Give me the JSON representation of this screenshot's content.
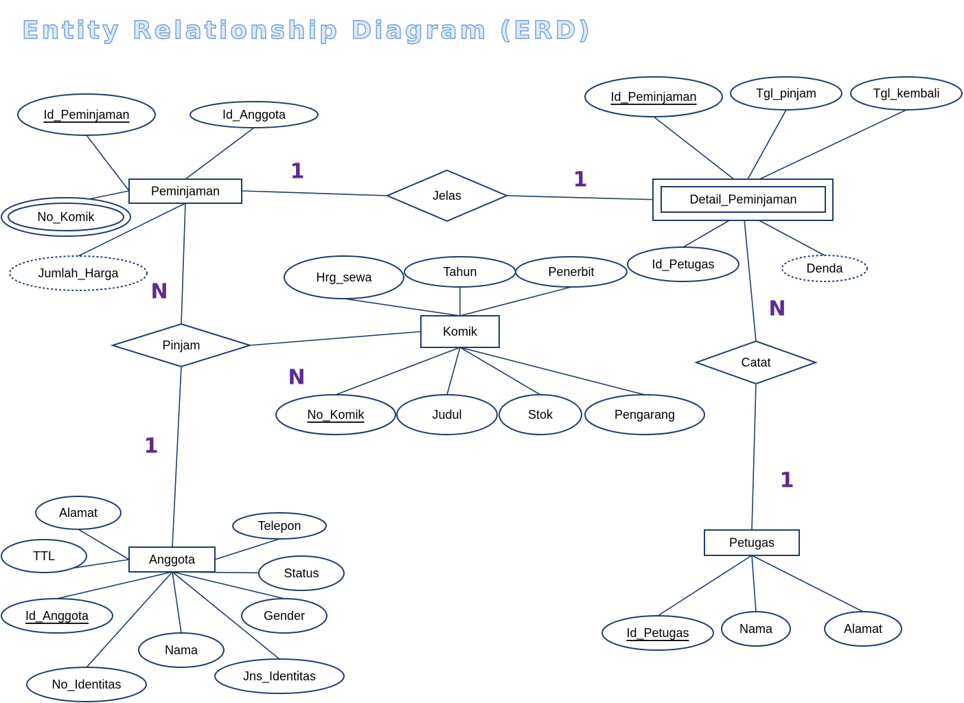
{
  "title": "Entity Relationship Diagram (ERD)",
  "diagram": {
    "entities": [
      {
        "id": "peminjaman",
        "label": "Peminjaman"
      },
      {
        "id": "detail",
        "label": "Detail_Peminjaman"
      },
      {
        "id": "komik",
        "label": "Komik"
      },
      {
        "id": "anggota",
        "label": "Anggota"
      },
      {
        "id": "petugas",
        "label": "Petugas"
      }
    ],
    "relationships": [
      {
        "id": "jelas",
        "label": "Jelas"
      },
      {
        "id": "pinjam",
        "label": "Pinjam"
      },
      {
        "id": "catat",
        "label": "Catat"
      }
    ],
    "attributes": [
      {
        "id": "a_pem_id",
        "label": "Id_Peminjaman"
      },
      {
        "id": "a_pem_idang",
        "label": "Id_Anggota"
      },
      {
        "id": "a_pem_nokomik",
        "label": "No_Komik"
      },
      {
        "id": "a_pem_jumlah",
        "label": "Jumlah_Harga"
      },
      {
        "id": "a_det_id",
        "label": "Id_Peminjaman"
      },
      {
        "id": "a_det_tglp",
        "label": "Tgl_pinjam"
      },
      {
        "id": "a_det_tglk",
        "label": "Tgl_kembali"
      },
      {
        "id": "a_det_idpet",
        "label": "Id_Petugas"
      },
      {
        "id": "a_det_denda",
        "label": "Denda"
      },
      {
        "id": "a_kom_hrg",
        "label": "Hrg_sewa"
      },
      {
        "id": "a_kom_tahun",
        "label": "Tahun"
      },
      {
        "id": "a_kom_pen",
        "label": "Penerbit"
      },
      {
        "id": "a_kom_no",
        "label": "No_Komik"
      },
      {
        "id": "a_kom_judul",
        "label": "Judul"
      },
      {
        "id": "a_kom_stok",
        "label": "Stok"
      },
      {
        "id": "a_kom_peng",
        "label": "Pengarang"
      },
      {
        "id": "a_ang_alamat",
        "label": "Alamat"
      },
      {
        "id": "a_ang_ttl",
        "label": "TTL"
      },
      {
        "id": "a_ang_id",
        "label": "Id_Anggota"
      },
      {
        "id": "a_ang_noid",
        "label": "No_Identitas"
      },
      {
        "id": "a_ang_nama",
        "label": "Nama"
      },
      {
        "id": "a_ang_jns",
        "label": "Jns_Identitas"
      },
      {
        "id": "a_ang_gender",
        "label": "Gender"
      },
      {
        "id": "a_ang_status",
        "label": "Status"
      },
      {
        "id": "a_ang_telp",
        "label": "Telepon"
      },
      {
        "id": "a_pet_id",
        "label": "Id_Petugas"
      },
      {
        "id": "a_pet_nama",
        "label": "Nama"
      },
      {
        "id": "a_pet_alamat",
        "label": "Alamat"
      }
    ],
    "cardinalities": [
      {
        "id": "c_pem_jelas",
        "label": "1"
      },
      {
        "id": "c_det_jelas",
        "label": "1"
      },
      {
        "id": "c_pem_pinjam",
        "label": "N"
      },
      {
        "id": "c_ang_pinjam",
        "label": "1"
      },
      {
        "id": "c_kom_pinjam",
        "label": "N"
      },
      {
        "id": "c_det_catat",
        "label": "N"
      },
      {
        "id": "c_pet_catat",
        "label": "1"
      }
    ]
  }
}
